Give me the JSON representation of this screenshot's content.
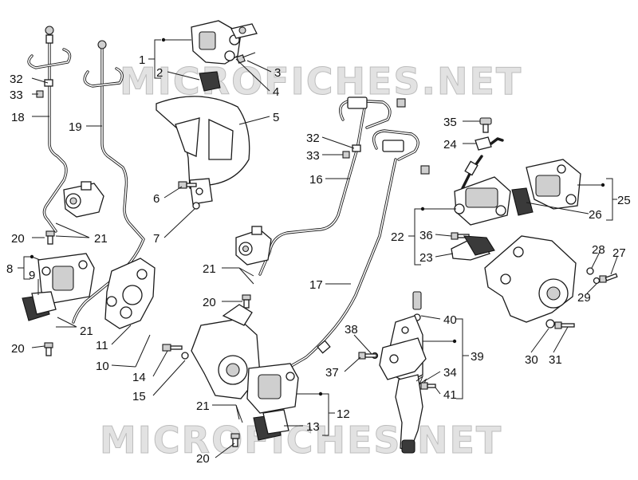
{
  "watermark": {
    "top": "MICROFICHES.NET",
    "bottom": "MICROFICHES.NET"
  },
  "callouts": {
    "n1": "1",
    "n2": "2",
    "n3": "3",
    "n4": "4",
    "n5": "5",
    "n6": "6",
    "n7": "7",
    "n8": "8",
    "n9": "9",
    "n10": "10",
    "n11": "11",
    "n12": "12",
    "n13": "13",
    "n14": "14",
    "n15": "15",
    "n16": "16",
    "n17": "17",
    "n18": "18",
    "n19": "19",
    "n20": "20",
    "n21": "21",
    "n22": "22",
    "n23": "23",
    "n24": "24",
    "n25": "25",
    "n26": "26",
    "n27": "27",
    "n28": "28",
    "n29": "29",
    "n30": "30",
    "n31": "31",
    "n32": "32",
    "n33": "33",
    "n34": "34",
    "n35": "35",
    "n36": "36",
    "n37": "37",
    "n38": "38",
    "n39": "39",
    "n40": "40",
    "n41": "41"
  }
}
